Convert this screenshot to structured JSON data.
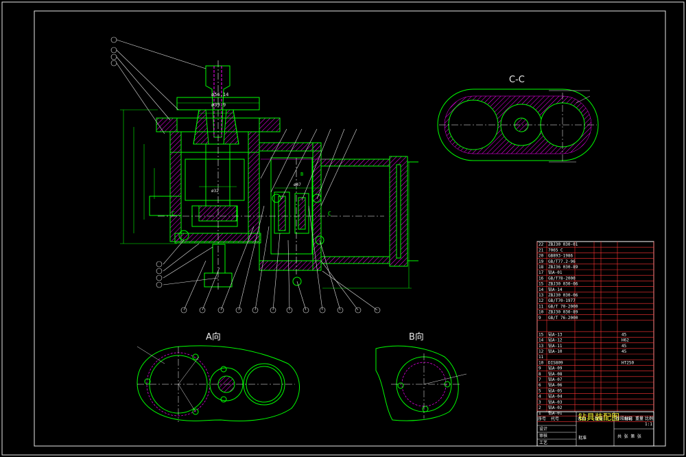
{
  "views": {
    "section_cc": "C-C",
    "view_a": "A向",
    "view_b": "B向",
    "cut_mark_left": "C",
    "cut_mark_right": "C",
    "view_mark_b": "B"
  },
  "dimensions": {
    "d1": "ø56.14",
    "d2": "ø39.9",
    "d3": "ø47",
    "d4": "ø32"
  },
  "parts_list": {
    "upper_rows": [
      {
        "no": "22",
        "code": "ZBJ30 030-01"
      },
      {
        "no": "21",
        "code": "7065 C"
      },
      {
        "no": "20",
        "code": "GB893-1986"
      },
      {
        "no": "19",
        "code": "GB/T77.2-96"
      },
      {
        "no": "18",
        "code": "ZBJ36 030-89"
      },
      {
        "no": "17",
        "code": "钻A-01"
      },
      {
        "no": "16",
        "code": "GB/T78-2000"
      },
      {
        "no": "15",
        "code": "ZBJ30 030-06"
      },
      {
        "no": "14",
        "code": "钻A-14"
      },
      {
        "no": "13",
        "code": "ZBJ30 030-06"
      },
      {
        "no": "12",
        "code": "GB/T70-1977"
      },
      {
        "no": "11",
        "code": "GB/T 70-2000"
      },
      {
        "no": "10",
        "code": "ZBJ30 030-89"
      },
      {
        "no": "9",
        "code": "GB/T 76-2000"
      }
    ],
    "lower_rows": [
      {
        "no": "15",
        "code": "钻A-13",
        "material": "45"
      },
      {
        "no": "14",
        "code": "钻A-12",
        "material": "H62"
      },
      {
        "no": "13",
        "code": "钻A-11",
        "material": "45"
      },
      {
        "no": "12",
        "code": "钻A-10",
        "material": "45"
      },
      {
        "no": "11",
        "code": "",
        "material": ""
      },
      {
        "no": "10",
        "code": "DIS809",
        "material": "HT250"
      },
      {
        "no": "9",
        "code": "钻A-09",
        "material": ""
      },
      {
        "no": "8",
        "code": "钻A-08",
        "material": ""
      },
      {
        "no": "7",
        "code": "钻A-07",
        "material": ""
      },
      {
        "no": "6",
        "code": "钻A-06",
        "material": ""
      },
      {
        "no": "5",
        "code": "钻A-05",
        "material": ""
      },
      {
        "no": "4",
        "code": "钻A-04",
        "material": ""
      },
      {
        "no": "3",
        "code": "钻A-03",
        "material": ""
      },
      {
        "no": "2",
        "code": "钻A-02",
        "material": ""
      },
      {
        "no": "1",
        "code": "钻A-01",
        "material": ""
      }
    ],
    "header": {
      "no": "序号",
      "code": "代号",
      "name": "名称",
      "qty": "数量",
      "material": "材料"
    }
  },
  "title_block": {
    "title": "钻具装配图",
    "stage": "阶段标记",
    "weight": "重量",
    "scale": "比例",
    "scale_value": "1:1",
    "sheet": "共 张 第 张",
    "design": "设计",
    "check": "审核",
    "process": "工艺",
    "approve": "批准"
  },
  "colors": {
    "frame": "#e8e8e8",
    "outline": "#00ff00",
    "hatch": "#ff00ff",
    "leader": "#ffffff",
    "table": "#ff3333",
    "text": "#ffff33"
  }
}
